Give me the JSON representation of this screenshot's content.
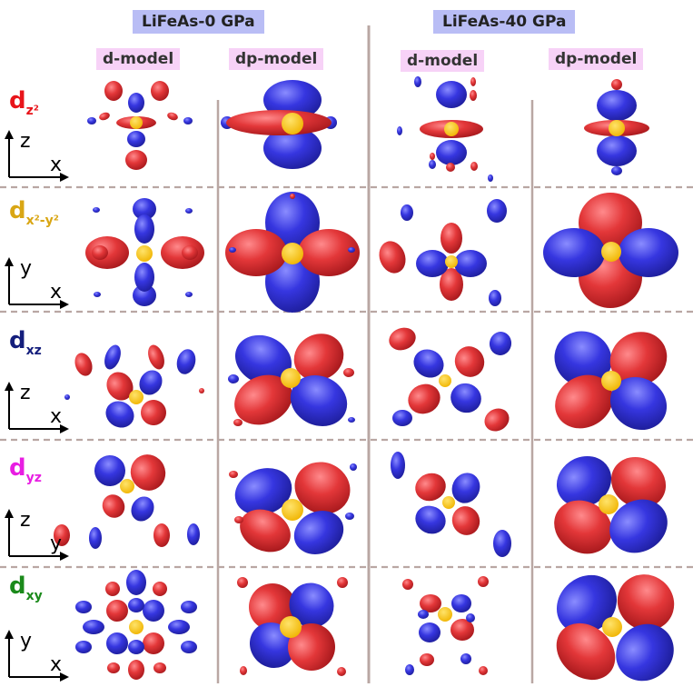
{
  "headers": {
    "pressure_left": "LiFeAs-0 GPa",
    "pressure_right": "LiFeAs-40 GPa",
    "model_columns": [
      "d-model",
      "dp-model",
      "d-model",
      "dp-model"
    ]
  },
  "orbitals": [
    {
      "base": "d",
      "sub": "z²",
      "color": "#e8141a",
      "axis_v": "z",
      "axis_h": "x"
    },
    {
      "base": "d",
      "sub": "x²-y²",
      "color": "#d9a614",
      "axis_v": "y",
      "axis_h": "x"
    },
    {
      "base": "d",
      "sub": "xz",
      "color": "#141e7c",
      "axis_v": "z",
      "axis_h": "x"
    },
    {
      "base": "d",
      "sub": "yz",
      "color": "#e81ee2",
      "axis_v": "z",
      "axis_h": "y"
    },
    {
      "base": "d",
      "sub": "xy",
      "color": "#1b8a1b",
      "axis_v": "y",
      "axis_h": "x"
    }
  ],
  "colors": {
    "positive_lobe": "#e03a3c",
    "negative_lobe": "#3a3adb",
    "atom": "#f5c21a",
    "divider": "#b9a7a3"
  }
}
